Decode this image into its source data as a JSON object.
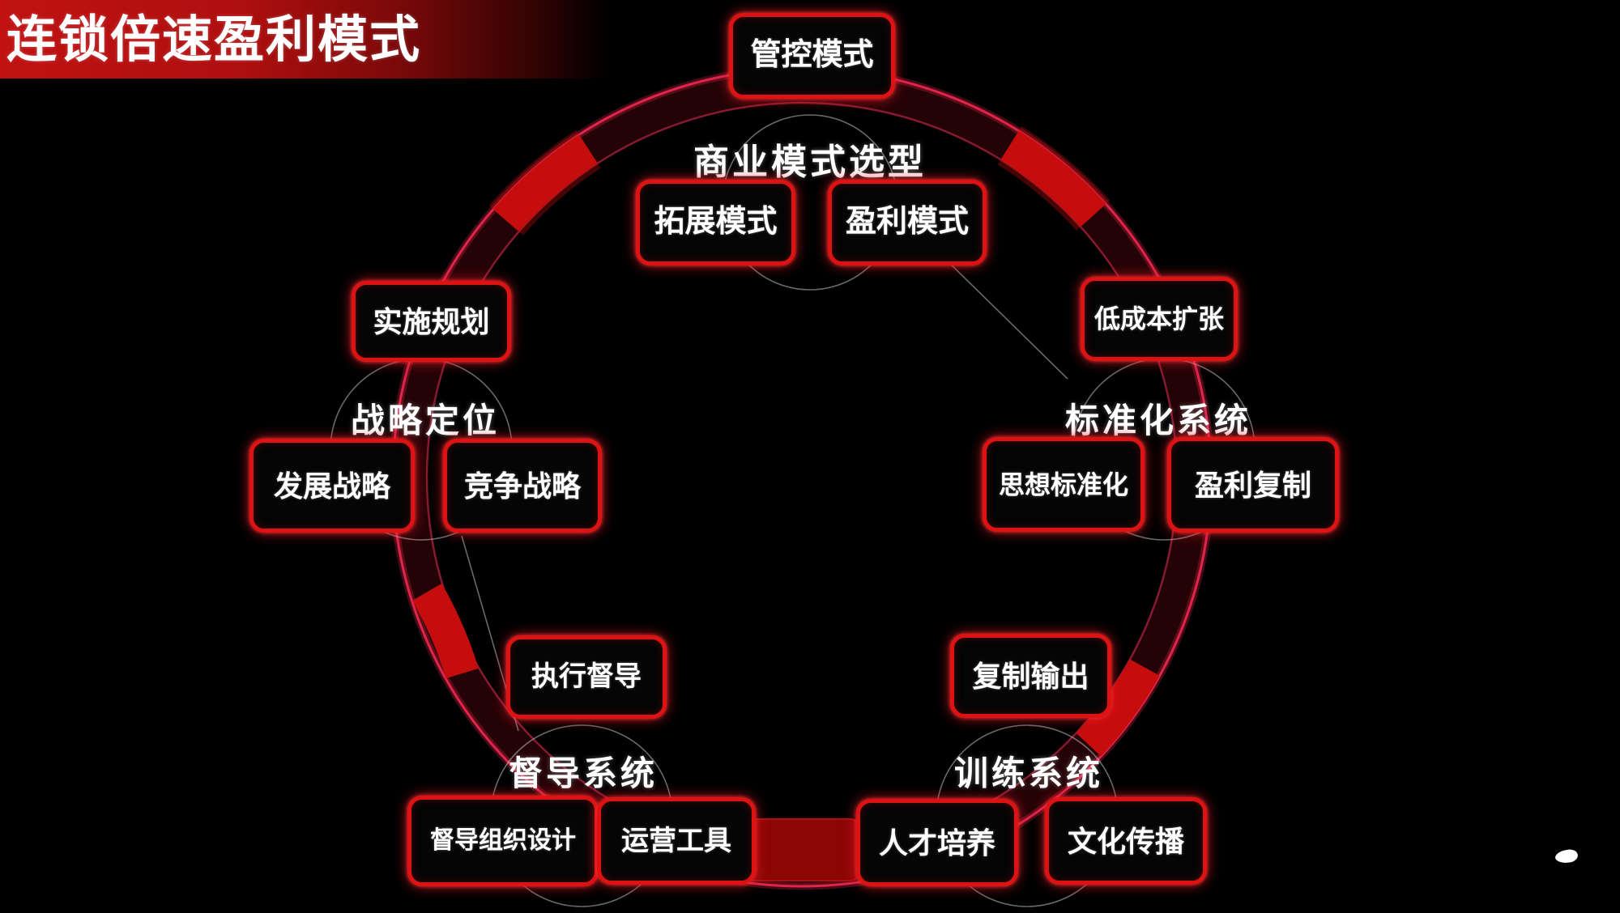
{
  "title": "连锁倍速盈利模式",
  "sections": [
    {
      "name": "business-model-selection",
      "label": "商业模式选型",
      "apex": "管控模式",
      "children": [
        "拓展模式",
        "盈利模式"
      ]
    },
    {
      "name": "strategic-positioning",
      "label": "战略定位",
      "apex": "实施规划",
      "children": [
        "发展战略",
        "竞争战略"
      ]
    },
    {
      "name": "standardization-system",
      "label": "标准化系统",
      "apex": "低成本扩张",
      "children": [
        "思想标准化",
        "盈利复制"
      ]
    },
    {
      "name": "supervision-system",
      "label": "督导系统",
      "apex": "执行督导",
      "children": [
        "督导组织设计",
        "运营工具"
      ]
    },
    {
      "name": "training-system",
      "label": "训练系统",
      "apex": "复制输出",
      "children": [
        "人才培养",
        "文化传播"
      ]
    }
  ],
  "icons": {
    "cursor_mark": "small-white-dash"
  },
  "colors": {
    "background": "#000000",
    "banner_red": "#c01212",
    "box_border_red": "#dd1212",
    "ring_outer": "#e0244a",
    "ring_inner": "#871a30",
    "ring_segment": "#c60d0d",
    "section_circle": "#cccccc",
    "text": "#ffffff"
  }
}
